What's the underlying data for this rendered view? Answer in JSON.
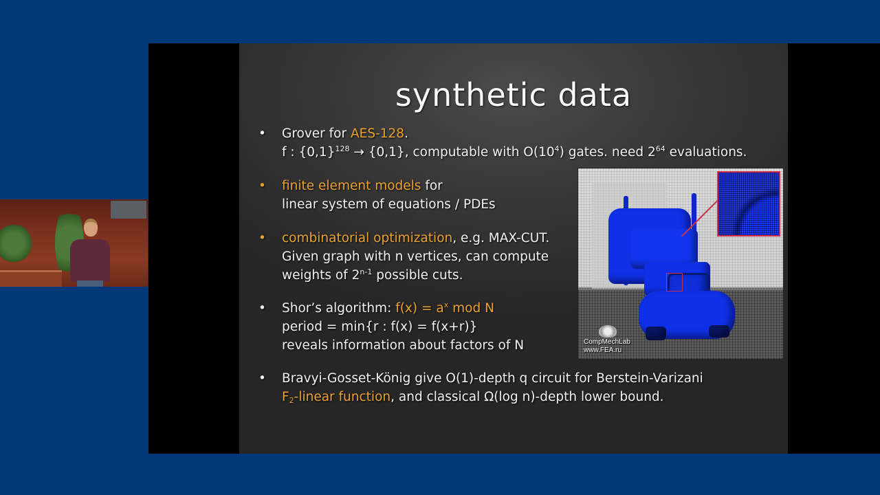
{
  "background_color": "#003878",
  "slide": {
    "title": "synthetic data",
    "accent_color": "#eaa12f",
    "bullets": [
      {
        "bullet_color": "white",
        "line1": {
          "pre": "Grover for ",
          "hl": "AES-128",
          "post": "."
        },
        "line2": {
          "a": "f : {0,1}",
          "sup1": "128",
          "b": " → {0,1}, computable with O(10",
          "sup2": "4",
          "c": ") gates. need 2",
          "sup3": "64",
          "d": " evaluations."
        }
      },
      {
        "bullet_color": "orange",
        "line1": {
          "hl": "finite element models",
          "post": " for"
        },
        "line2": "linear system of equations / PDEs"
      },
      {
        "bullet_color": "orange",
        "line1": {
          "hl": "combinatorial optimization",
          "post": ", e.g. MAX-CUT."
        },
        "line2": "Given graph with n vertices, can compute",
        "line3": {
          "pre": "weights of 2",
          "sup": "n-1",
          "post": " possible cuts."
        }
      },
      {
        "bullet_color": "white",
        "line1": {
          "pre": "Shor’s algorithm: ",
          "hl_a": "f(x) = a",
          "hl_sup": "x",
          "hl_b": " mod N"
        },
        "line2": "period = min{r : f(x) = f(x+r)}",
        "line3": "reveals information about factors of N"
      },
      {
        "bullet_color": "white",
        "line1": "Bravyi-Gosset-König give O(1)-depth q circuit for Berstein-Varizani",
        "line2": {
          "hl_a": "F",
          "hl_sub": "2",
          "hl_b": "-linear function",
          "post": ", and classical Ω(log n)-depth lower bound."
        }
      }
    ],
    "image": {
      "description": "finite element mesh of a blue truck with magnified detail inset",
      "watermark_line1": "CompMechLab",
      "watermark_line2": "www.FEA.ru"
    }
  },
  "speaker_inset": {
    "description": "live camera view of presenter on stage"
  }
}
